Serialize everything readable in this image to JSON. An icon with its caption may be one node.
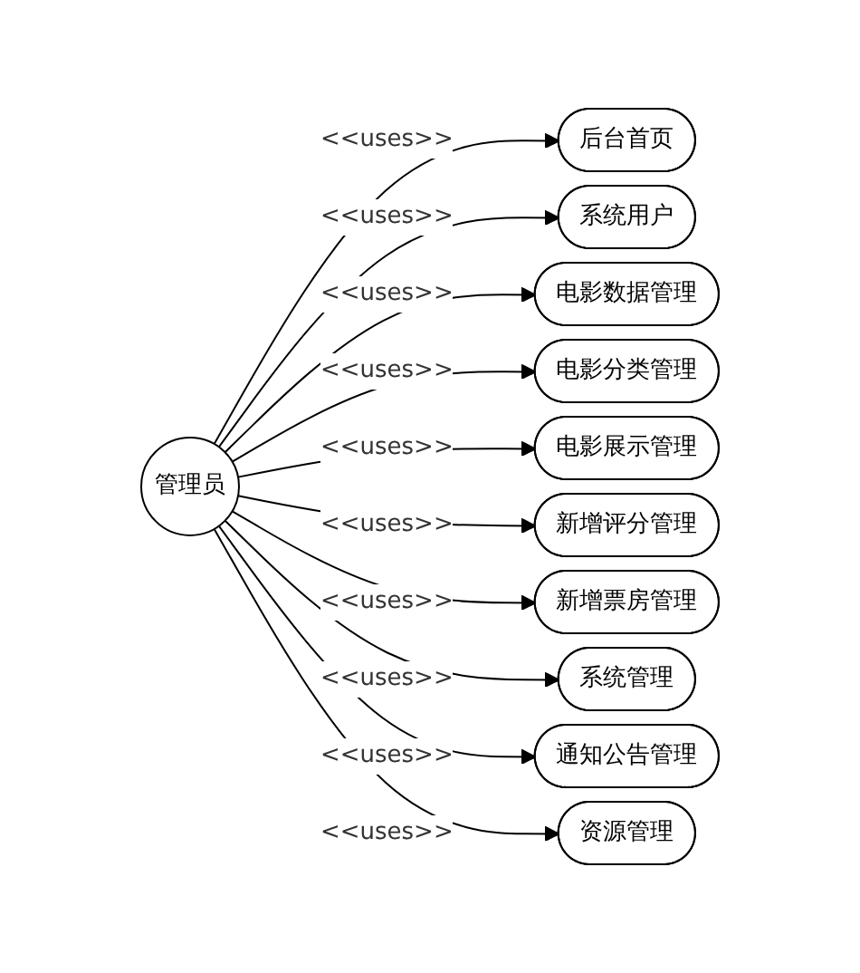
{
  "diagram": {
    "nodes": [
      {
        "text": [
          "管理员"
        ]
      },
      {
        "text": [
          "后台首页"
        ]
      },
      {
        "text": [
          "系统用户"
        ]
      },
      {
        "text": [
          "电影数据管理"
        ]
      },
      {
        "text": [
          "电影分类管理"
        ]
      },
      {
        "text": [
          "电影展示管理"
        ]
      },
      {
        "text": [
          "新增评分管理"
        ]
      },
      {
        "text": [
          "新增票房管理"
        ]
      },
      {
        "text": [
          "系统管理"
        ]
      },
      {
        "text": [
          "通知公告管理"
        ]
      },
      {
        "text": [
          "资源管理"
        ]
      }
    ],
    "edges": [
      {
        "from": 0,
        "to": 1,
        "arrow": "to",
        "label": "<<uses>>"
      },
      {
        "from": 0,
        "to": 2,
        "arrow": "to",
        "label": "<<uses>>"
      },
      {
        "from": 0,
        "to": 3,
        "arrow": "to",
        "label": "<<uses>>"
      },
      {
        "from": 0,
        "to": 4,
        "arrow": "to",
        "label": "<<uses>>"
      },
      {
        "from": 0,
        "to": 5,
        "arrow": "to",
        "label": "<<uses>>"
      },
      {
        "from": 0,
        "to": 6,
        "arrow": "to",
        "label": "<<uses>>"
      },
      {
        "from": 0,
        "to": 7,
        "arrow": "to",
        "label": "<<uses>>"
      },
      {
        "from": 0,
        "to": 8,
        "arrow": "to",
        "label": "<<uses>>"
      },
      {
        "from": 0,
        "to": 9,
        "arrow": "to",
        "label": "<<uses>>"
      },
      {
        "from": 0,
        "to": 10,
        "arrow": "to",
        "label": "<<uses>>"
      }
    ]
  }
}
